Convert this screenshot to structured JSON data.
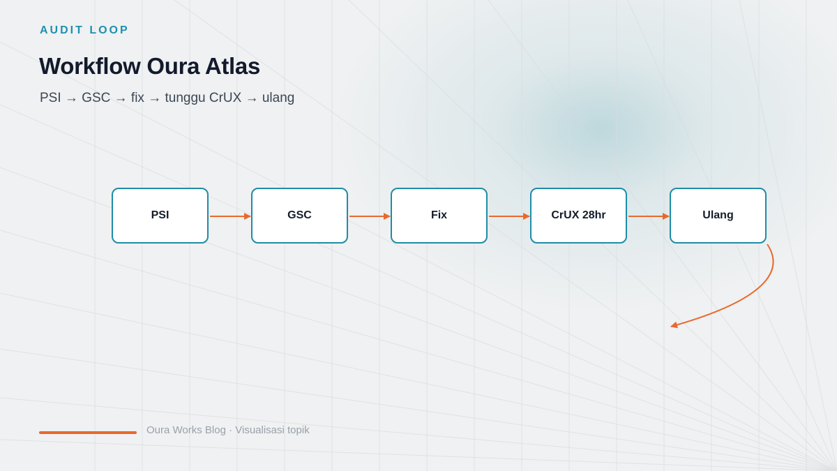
{
  "header": {
    "eyebrow": "AUDIT LOOP",
    "title": "Workflow Oura Atlas",
    "subtitle": "PSI → GSC → fix → tunggu CrUX → ulang"
  },
  "flow": {
    "steps": [
      {
        "label": "PSI"
      },
      {
        "label": "GSC"
      },
      {
        "label": "Fix"
      },
      {
        "label": "CrUX 28hr"
      },
      {
        "label": "Ulang"
      }
    ],
    "has_loop_back": true
  },
  "footer": {
    "text": "Oura Works Blog · Visualisasi topik"
  },
  "colors": {
    "accent": "#e8692c",
    "node_border": "#1f8ca6",
    "eyebrow": "#1f8fb0",
    "title": "#121a2b",
    "background": "#eff1f2"
  }
}
